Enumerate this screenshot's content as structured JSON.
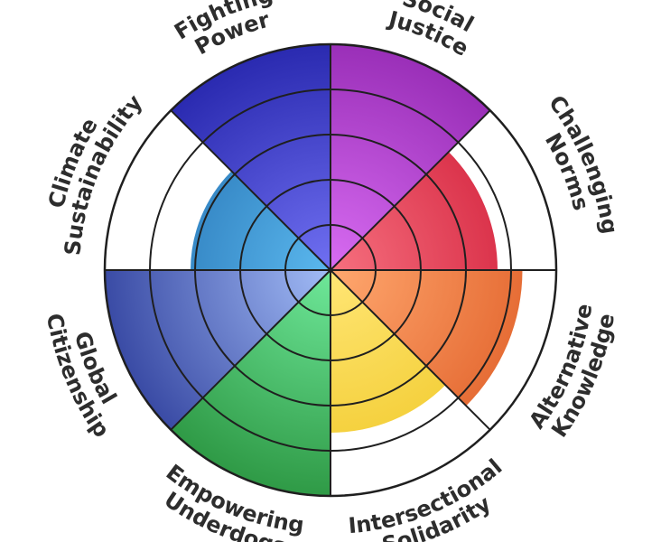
{
  "chart_data": {
    "type": "polar-area",
    "title": "",
    "rlim": [
      0,
      5
    ],
    "rings": 5,
    "categories": [
      {
        "label_lines": [
          "Social",
          "Justice"
        ],
        "value": 5.0,
        "color_inner": "#d86cf2",
        "color_outer": "#9a2fb8"
      },
      {
        "label_lines": [
          "Challenging",
          "Norms"
        ],
        "value": 3.7,
        "color_inner": "#f6707f",
        "color_outer": "#d21f3a"
      },
      {
        "label_lines": [
          "Alternative",
          "Knowledge"
        ],
        "value": 4.25,
        "color_inner": "#ffa86f",
        "color_outer": "#e2632c"
      },
      {
        "label_lines": [
          "Intersectional",
          "Solidarity"
        ],
        "value": 3.6,
        "color_inner": "#ffe675",
        "color_outer": "#f1c92a"
      },
      {
        "label_lines": [
          "Empowering",
          "Underdogs"
        ],
        "value": 5.0,
        "color_inner": "#6fe89a",
        "color_outer": "#2f9a46"
      },
      {
        "label_lines": [
          "Global",
          "Citizenship"
        ],
        "value": 5.0,
        "color_inner": "#a2bcf6",
        "color_outer": "#3a4ba5"
      },
      {
        "label_lines": [
          "Climate",
          "Sustainability"
        ],
        "value": 3.1,
        "color_inner": "#5bb8ee",
        "color_outer": "#226eb0"
      },
      {
        "label_lines": [
          "Fighting",
          "Power"
        ],
        "value": 5.0,
        "color_inner": "#7070f2",
        "color_outer": "#2a2ab0"
      }
    ]
  }
}
